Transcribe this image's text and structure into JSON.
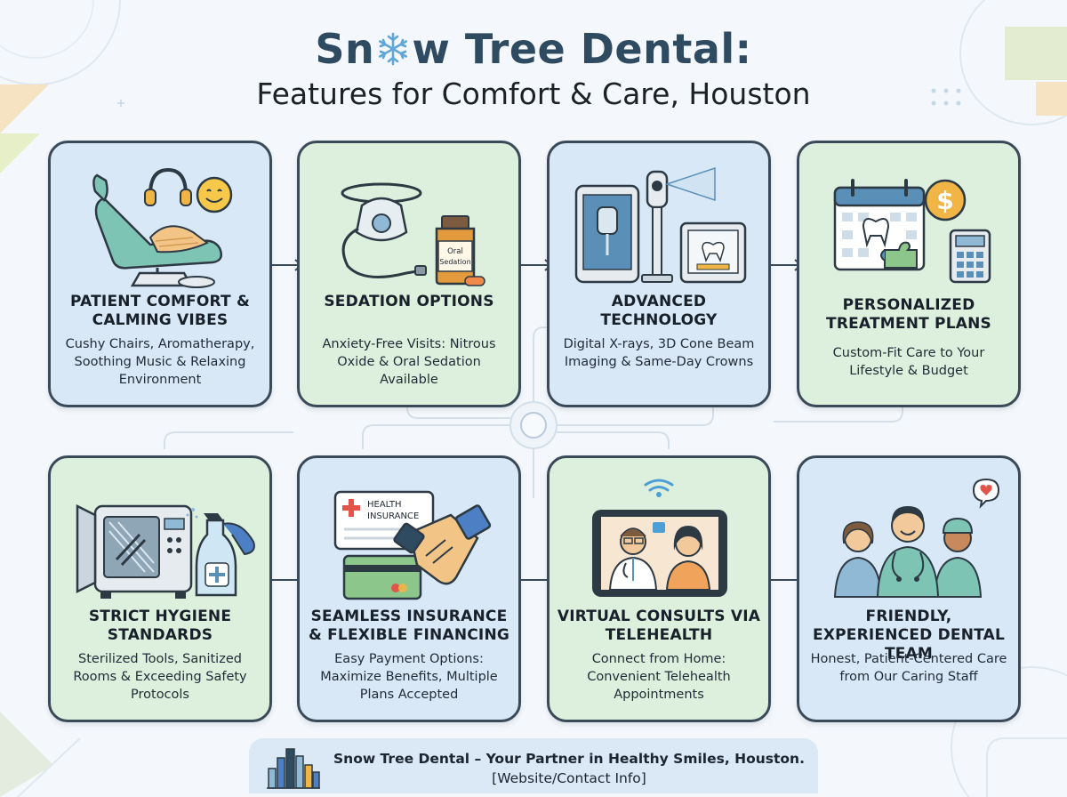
{
  "title": {
    "main_prefix": "Sn",
    "main_suffix": "w Tree Dental:",
    "subtitle": "Features for Comfort & Care, Houston"
  },
  "cards": [
    {
      "title": "PATIENT COMFORT & CALMING VIBES",
      "description": "Cushy Chairs, Aromatherapy, Soothing Music & Relaxing Environment",
      "icon": "dental-chair-icon"
    },
    {
      "title": "SEDATION OPTIONS",
      "description": "Anxiety-Free Visits: Nitrous Oxide & Oral Sedation Available",
      "icon": "sedation-mask-icon",
      "bottle_label_1": "Oral",
      "bottle_label_2": "Sedation"
    },
    {
      "title": "ADVANCED TECHNOLOGY",
      "description": "Digital X-rays, 3D Cone Beam Imaging & Same-Day Crowns",
      "icon": "dental-tech-icon"
    },
    {
      "title": "PERSONALIZED TREATMENT PLANS",
      "description": "Custom-Fit Care to Your Lifestyle & Budget",
      "icon": "calendar-plan-icon"
    },
    {
      "title": "STRICT HYGIENE STANDARDS",
      "description": "Sterilized Tools, Sanitized Rooms & Exceeding Safety Protocols",
      "icon": "autoclave-icon"
    },
    {
      "title": "SEAMLESS INSURANCE & FLEXIBLE FINANCING",
      "description": "Easy Payment Options: Maximize Benefits, Multiple Plans Accepted",
      "icon": "handshake-icon",
      "insurance_label_1": "HEALTH",
      "insurance_label_2": "INSURANCE"
    },
    {
      "title": "VIRTUAL CONSULTS VIA TELEHEALTH",
      "description": "Connect from Home: Convenient Telehealth Appointments",
      "icon": "telehealth-tablet-icon"
    },
    {
      "title": "FRIENDLY, EXPERIENCED DENTAL TEAM",
      "description": "Honest, Patient-Centered Care from Our Caring Staff",
      "icon": "dental-team-icon"
    }
  ],
  "footer": {
    "tagline": "Snow Tree Dental – Your Partner in Healthy Smiles, Houston.",
    "contact": "[Website/Contact Info]"
  },
  "colors": {
    "title": "#2f4b62",
    "card_blue": "#d8e8f7",
    "card_green": "#ddf0de",
    "card_border": "#3a4a58",
    "footer_bg": "#dbe8f6"
  }
}
